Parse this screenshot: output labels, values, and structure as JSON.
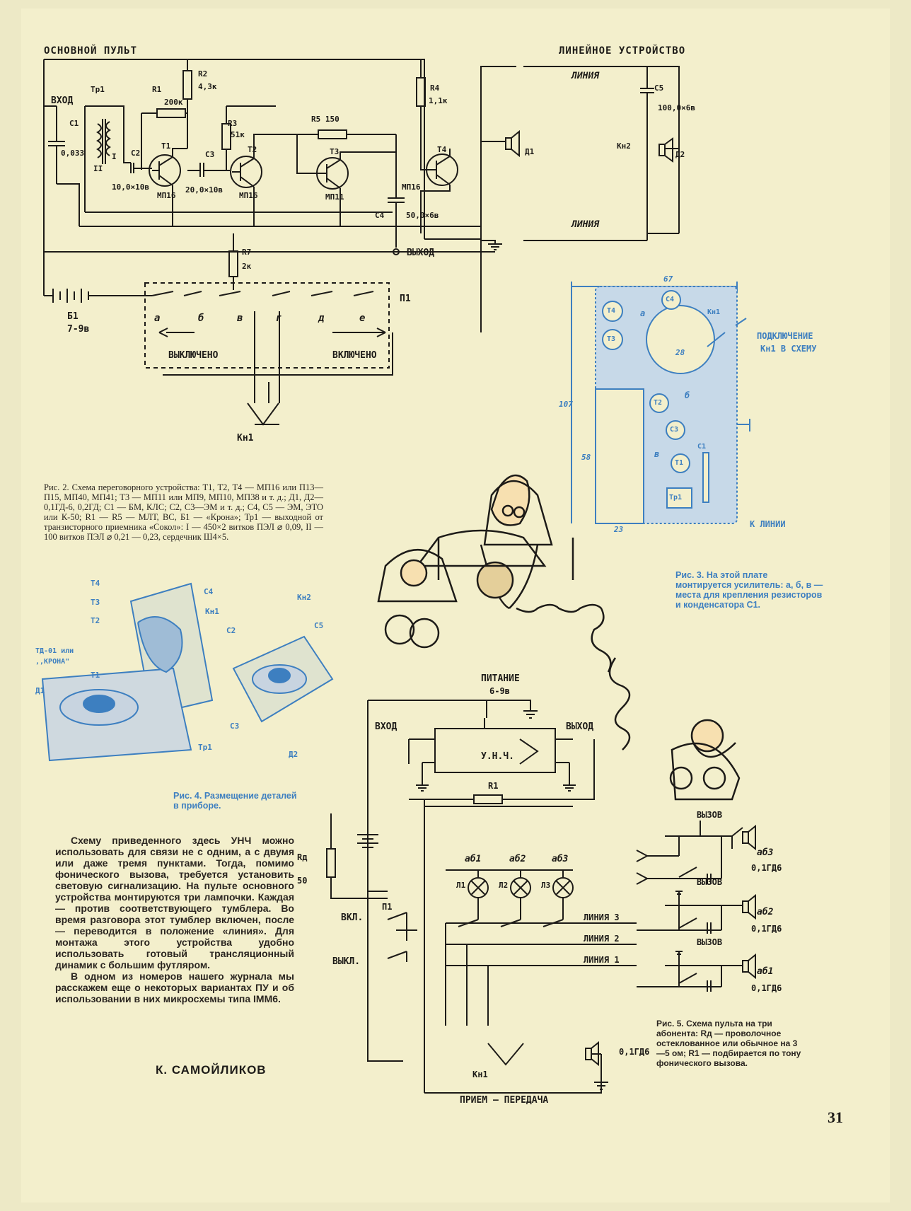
{
  "page_number": "31",
  "fig2": {
    "title_left": "ОСНОВНОЙ ПУЛЬТ",
    "title_right": "ЛИНЕЙНОЕ УСТРОЙСТВО",
    "input": "ВХОД",
    "output": "ВЫХОД",
    "line_top": "ЛИНИЯ",
    "line_bottom": "ЛИНИЯ",
    "off": "ВЫКЛЮЧЕНО",
    "on": "ВКЛЮЧЕНО",
    "battery": "Б1",
    "battery_v": "7-9в",
    "kn1": "Кн1",
    "p1": "П1",
    "switch_letters": [
      "а",
      "б",
      "в",
      "г",
      "д",
      "е"
    ],
    "labels": {
      "tr1": "Тр1",
      "c1": "С1",
      "c1v": "0,033",
      "winding_i": "I",
      "winding_ii": "II",
      "c2": "С2",
      "c2v": "10,0×10в",
      "r1": "R1",
      "r1v": "200к",
      "r2": "R2",
      "r2v": "4,3к",
      "t1": "Т1",
      "t1m": "МП16",
      "c3": "С3",
      "c3v": "20,0×10в",
      "r3": "R3",
      "r3v": "51к",
      "t2": "Т2",
      "t2m": "МП16",
      "r5": "R5 150",
      "t3": "Т3",
      "t3m": "МП11",
      "r4": "R4",
      "r4v": "1,1к",
      "t4": "Т4",
      "t4m": "МП16",
      "c4": "С4",
      "c4v": "50,0×6в",
      "r7": "R7",
      "r7v": "2к",
      "d1": "Д1",
      "c5": "С5",
      "c5v": "100,0×6в",
      "kn2": "Кн2",
      "d2": "Д2"
    },
    "caption": "Рис. 2. Схема переговорного устройства: Т1, Т2, Т4 — МП16 или П13—П15, МП40, МП41; Т3 — МП11 или МП9, МП10, МП38 и т. д.; Д1, Д2— 0,1ГД-6, 0,2ГД; С1 — БМ, КЛС; С2, С3—ЭМ и т. д.; С4, С5 — ЭМ, ЭТО или К-50; R1 — R5 — МЛТ, ВС, Б1 — «Крона»; Тр1 — выходной от транзисторного приемника «Сокол»: I — 450×2 витков ПЭЛ ⌀ 0,09, II — 100 витков ПЭЛ ⌀ 0,21 — 0,23, сердечник Ш4×5."
  },
  "fig3": {
    "dim_width": "67",
    "dim_height": "107",
    "dim_58": "58",
    "dim_23": "23",
    "dim_28": "28",
    "connect": "ПОДКЛЮЧЕНИЕ",
    "connect2": "Кн1 В СХЕМУ",
    "to_line": "К ЛИНИИ",
    "parts": [
      "Т4",
      "Т3",
      "С4",
      "Кн1",
      "Т2",
      "С3",
      "Т1",
      "С1",
      "Тр1"
    ],
    "marks": [
      "а",
      "б",
      "в"
    ],
    "caption": "Рис. 3. На этой плате монтируется усилитель: а, б, в — места для крепления резисторов и конденсатора С1."
  },
  "fig4": {
    "labels": [
      "Т4",
      "Т3",
      "Т2",
      "Т1",
      "ТД-01 или",
      ",,КРОНА\"",
      "Д1",
      "С4",
      "Кн1",
      "С2",
      "С3",
      "Тр1",
      "Кн2",
      "С5",
      "Д2"
    ],
    "caption": "Рис. 4. Размещение деталей в приборе."
  },
  "body": [
    "Схему приведенного здесь УНЧ можно использовать для связи не с одним, а с двумя или даже тремя пунктами. Тогда, помимо фонического вызова, требуется установить световую сигнализацию. На пульте основного устройства монтируются три лампочки. Каждая — против соответствующего тумблера. Во время разговора этот тумблер включен, после — переводится в положение «линия». Для монтажа этого устройства удобно использовать готовый трансляционный динамик с большим футляром.",
    "В одном из номеров нашего журнала мы расскажем еще о некоторых вариантах ПУ и об использовании в них микросхемы типа IMM6."
  ],
  "author": "К. САМОЙЛИКОВ",
  "fig5": {
    "power": "ПИТАНИЕ",
    "power_v": "6-9в",
    "input": "ВХОД",
    "output": "ВЫХОД",
    "amp": "У.Н.Ч.",
    "r1": "R1",
    "rd": "Rд",
    "rd_v": "50",
    "on": "ВКЛ.",
    "off": "ВЫКЛ.",
    "p1": "П1",
    "ab": [
      "аб1",
      "аб2",
      "аб3"
    ],
    "lamps": [
      "Л1",
      "Л2",
      "Л3"
    ],
    "lines": [
      "ЛИНИЯ 3",
      "ЛИНИЯ 2",
      "ЛИНИЯ 1"
    ],
    "speaker": "0,1ГД6",
    "kn1": "Кн1",
    "rx_tx": "ПРИЕМ – ПЕРЕДАЧА",
    "calls": [
      {
        "title": "ВЫЗОВ",
        "ab": "аб3",
        "spk": "0,1ГД6"
      },
      {
        "title": "ВЫЗОВ",
        "ab": "аб2",
        "spk": "0,1ГД6"
      },
      {
        "title": "ВЫЗОВ",
        "ab": "аб1",
        "spk": "0,1ГД6"
      }
    ],
    "caption": "Рис. 5. Схема пульта на три абонента: Rд — проволочное остеклованное или обычное на 3—5 ом; R1 — подбирается по тону фонического вызова."
  }
}
